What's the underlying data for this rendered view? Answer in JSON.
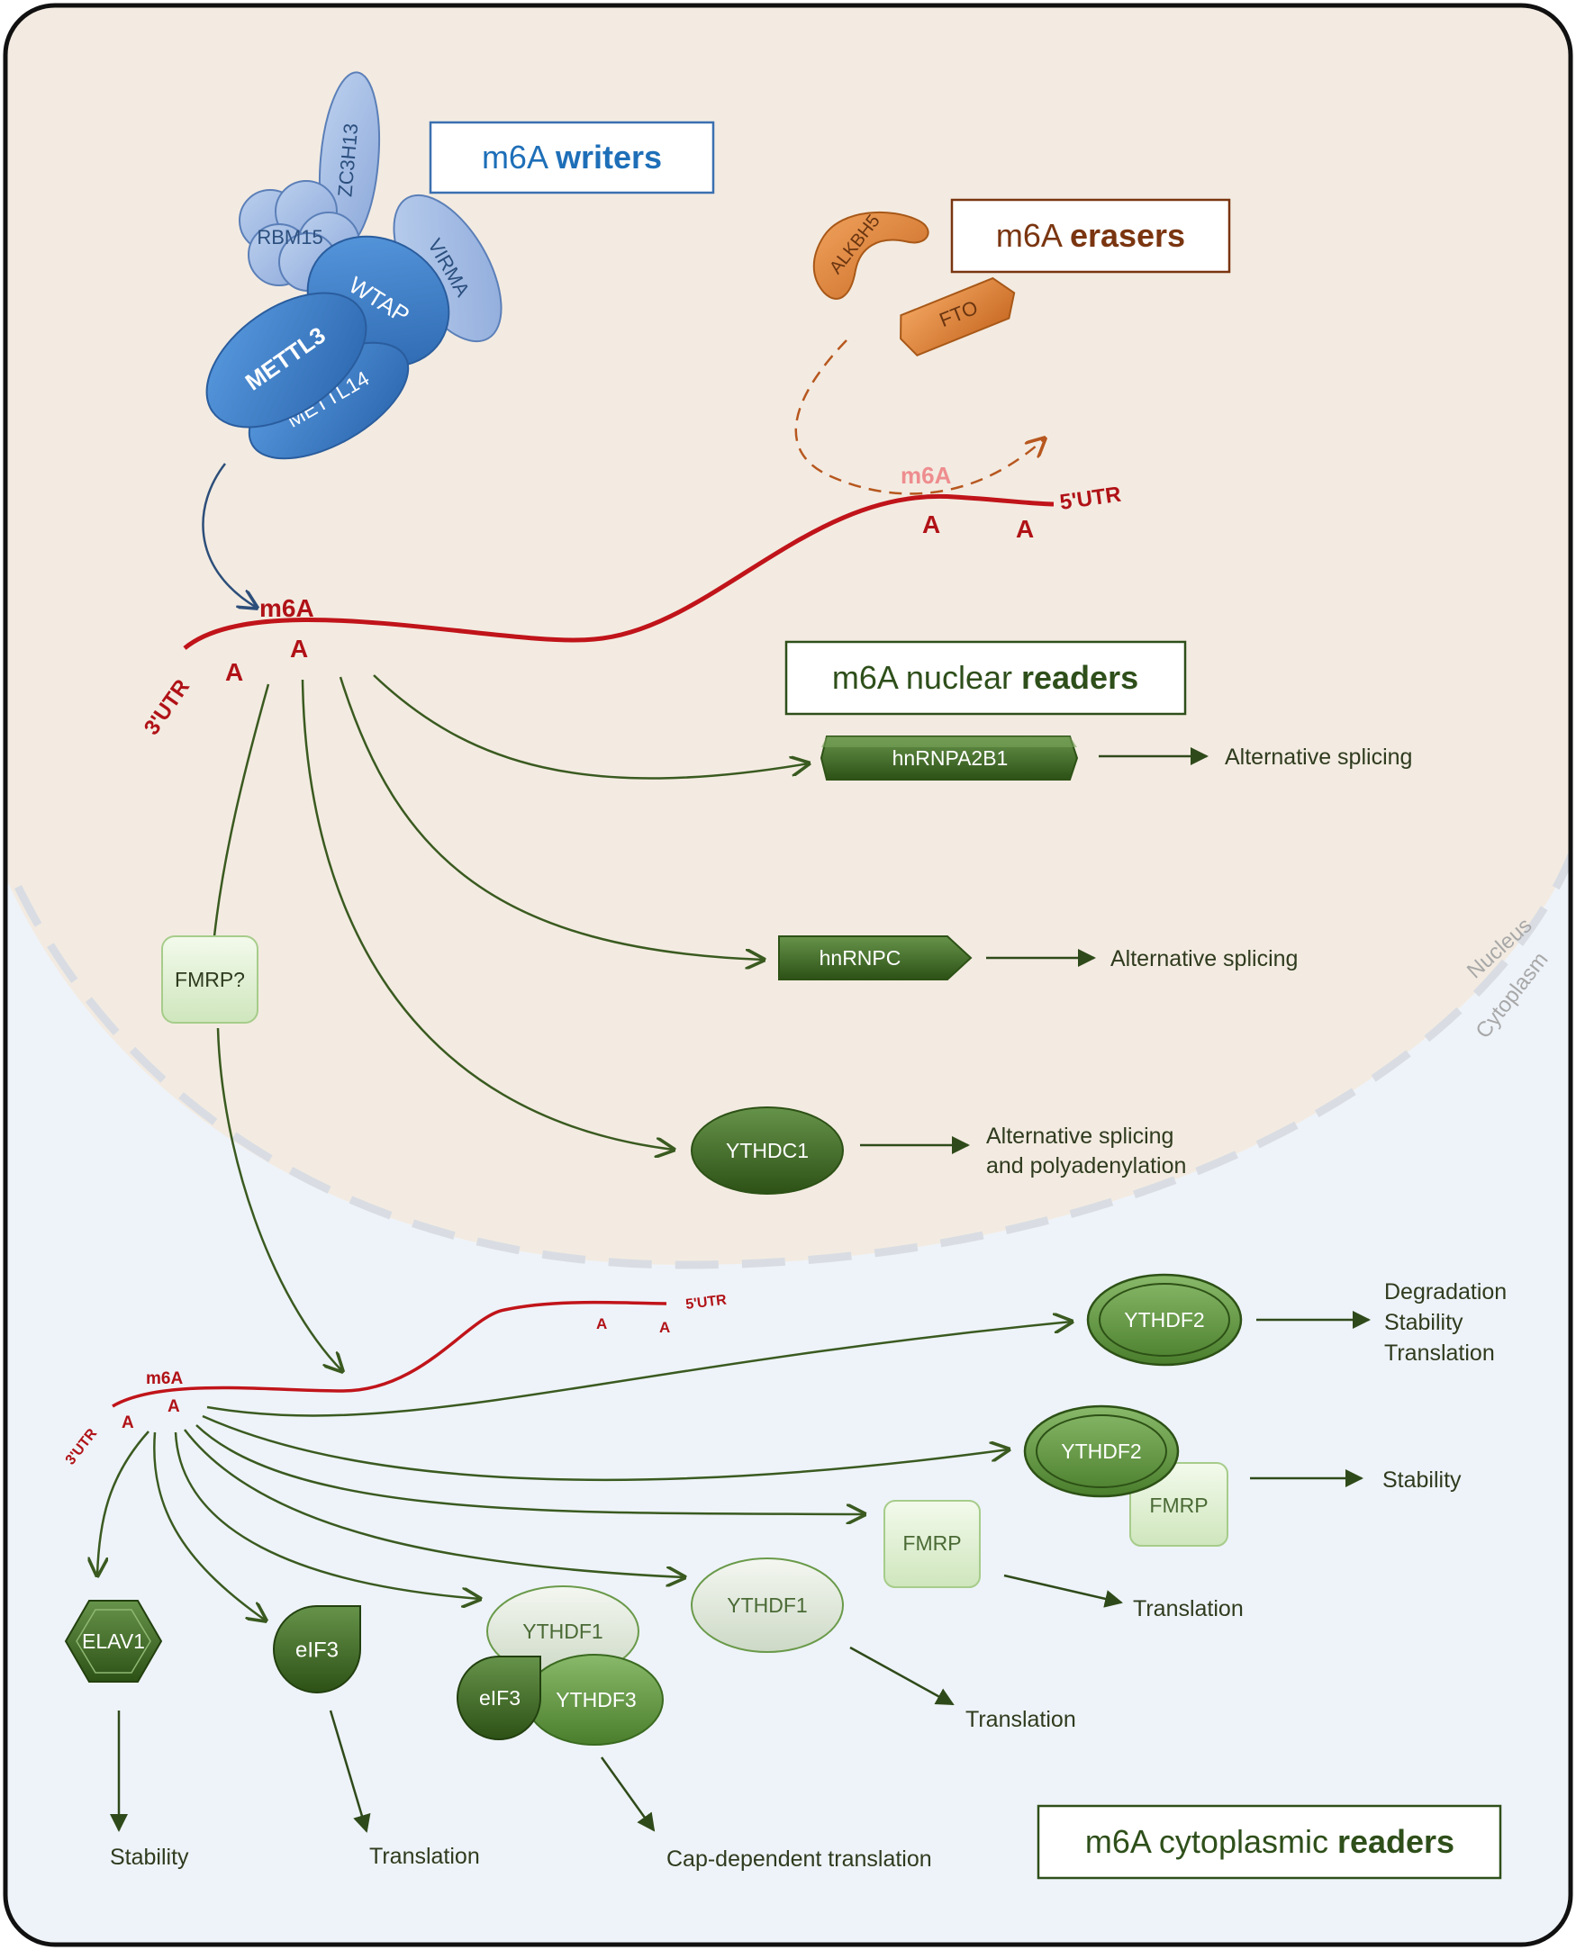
{
  "legend_boxes": {
    "writers": {
      "prefix": "m6A ",
      "bold": "writers",
      "color": "#1e6fb8"
    },
    "erasers": {
      "prefix": "m6A ",
      "bold": "erasers",
      "color": "#7a3510"
    },
    "nuclear_readers": {
      "prefix": "m6A nuclear ",
      "bold": "readers",
      "color": "#2e4f1a"
    },
    "cytoplasmic_readers": {
      "prefix": "m6A cytoplasmic ",
      "bold": "readers",
      "color": "#2e4f1a"
    }
  },
  "writers": [
    "ZC3H13",
    "RBM15",
    "WTAP",
    "VIRMA",
    "METTL3",
    "METTL14"
  ],
  "erasers": [
    "ALKBH5",
    "FTO"
  ],
  "rna_labels": {
    "utr3": "3'UTR",
    "utr5": "5'UTR",
    "m6a": "m6A",
    "a": "A"
  },
  "compartments": {
    "nucleus": "Nucleus",
    "cytoplasm": "Cytoplasm"
  },
  "nuclear_readers": [
    {
      "name": "hnRNPA2B1",
      "function": "Alternative splicing"
    },
    {
      "name": "hnRNPC",
      "function": "Alternative splicing"
    },
    {
      "name": "YTHDC1",
      "function_lines": [
        "Alternative splicing",
        "and polyadenylation"
      ]
    }
  ],
  "fmrp_question": "FMRP?",
  "cytoplasmic_readers": {
    "ythdf2_a": {
      "name": "YTHDF2",
      "function_lines": [
        "Degradation",
        "Stability",
        "Translation"
      ]
    },
    "ythdf2_b": {
      "name": "YTHDF2",
      "partner": "FMRP",
      "function": "Stability"
    },
    "fmrp": {
      "name": "FMRP",
      "function": "Translation"
    },
    "ythdf1": {
      "name": "YTHDF1",
      "function": "Translation"
    },
    "complex": {
      "names": [
        "YTHDF1",
        "eIF3",
        "YTHDF3"
      ],
      "function": "Cap-dependent translation"
    },
    "eif3": {
      "name": "eIF3",
      "function": "Translation"
    },
    "elav1": {
      "name": "ELAV1",
      "function": "Stability"
    }
  },
  "colors": {
    "nucleus_bg": "#f3ebe1",
    "cytoplasm_bg": "#eef3f9",
    "rna": "#c0141a",
    "arrow_green": "#3a5a20",
    "reader_dark": "#3f6a24",
    "writer_blue": "#3a78c4",
    "eraser_orange": "#e08a43"
  }
}
